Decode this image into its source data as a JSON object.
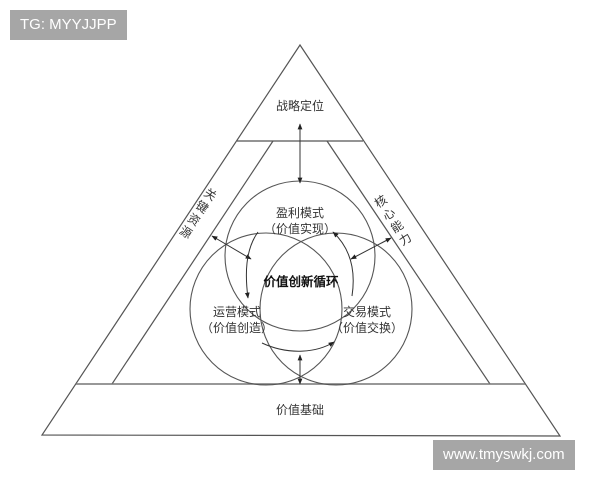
{
  "watermarks": {
    "top_left": "TG: MYYJJPP",
    "bottom_right": "www.tmyswkj.com"
  },
  "diagram": {
    "apex_label": "战略定位",
    "base_label": "价值基础",
    "left_band_label": [
      "关",
      "键",
      "资",
      "源"
    ],
    "right_band_label": [
      "核",
      "心",
      "能",
      "力"
    ],
    "center_label": "价值创新循环",
    "circles": {
      "top": {
        "title": "盈利模式",
        "subtitle": "（价值实现）"
      },
      "left": {
        "title": "运营模式",
        "subtitle": "（价值创造）"
      },
      "right": {
        "title": "交易模式",
        "subtitle": "（价值交换）"
      }
    },
    "colors": {
      "line": "#555555",
      "text": "#333333",
      "watermark_bg": "#a6a6a6"
    }
  }
}
